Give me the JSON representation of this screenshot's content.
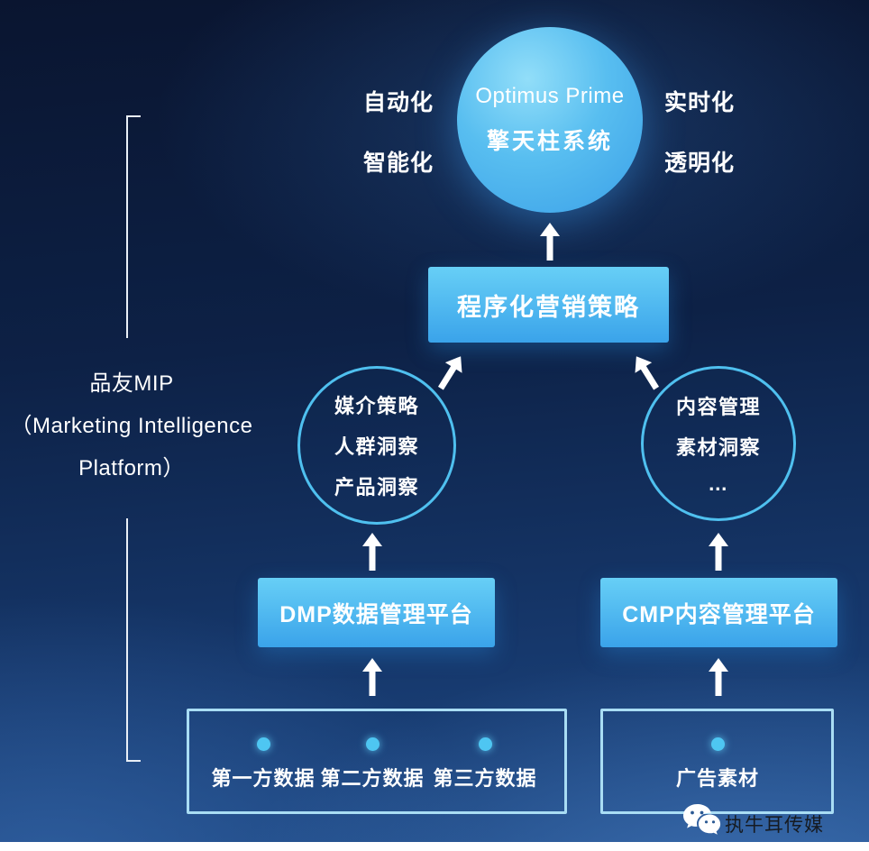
{
  "diagram": {
    "top_circle": {
      "line1": "Optimus Prime",
      "line2": "擎天柱系统"
    },
    "corner_labels": {
      "top_left": "自动化",
      "top_right": "实时化",
      "bottom_left": "智能化",
      "bottom_right": "透明化"
    },
    "strategy_box": "程序化营销策略",
    "left_label": {
      "line1": "品友MIP",
      "line2": "（Marketing Intelligence",
      "line3": "Platform）"
    },
    "left_circle": {
      "lines": [
        "媒介策略",
        "人群洞察",
        "产品洞察"
      ]
    },
    "right_circle": {
      "lines": [
        "内容管理",
        "素材洞察",
        "…"
      ]
    },
    "dmp_box": "DMP数据管理平台",
    "cmp_box": "CMP内容管理平台",
    "data_sources": [
      "第一方数据",
      "第二方数据",
      "第三方数据"
    ],
    "ad_material": "广告素材",
    "watermark": "执牛耳传媒"
  },
  "icons": {
    "arrow": "arrow-up",
    "wechat": "wechat-bubbles"
  },
  "colors": {
    "background_top": "#0a1530",
    "background_bottom": "#1e4a86",
    "box_gradient_start": "#67cff6",
    "box_gradient_end": "#3aa3ea",
    "circle_fill_light": "#92def9",
    "circle_fill_dark": "#3ba0e8",
    "ring_stroke": "#4fc0ef",
    "outline_box_border": "#a9ddf4",
    "dot": "#4ec6f2",
    "arrow": "#ffffff",
    "text": "#ffffff",
    "watermark_text": "#161b22"
  }
}
